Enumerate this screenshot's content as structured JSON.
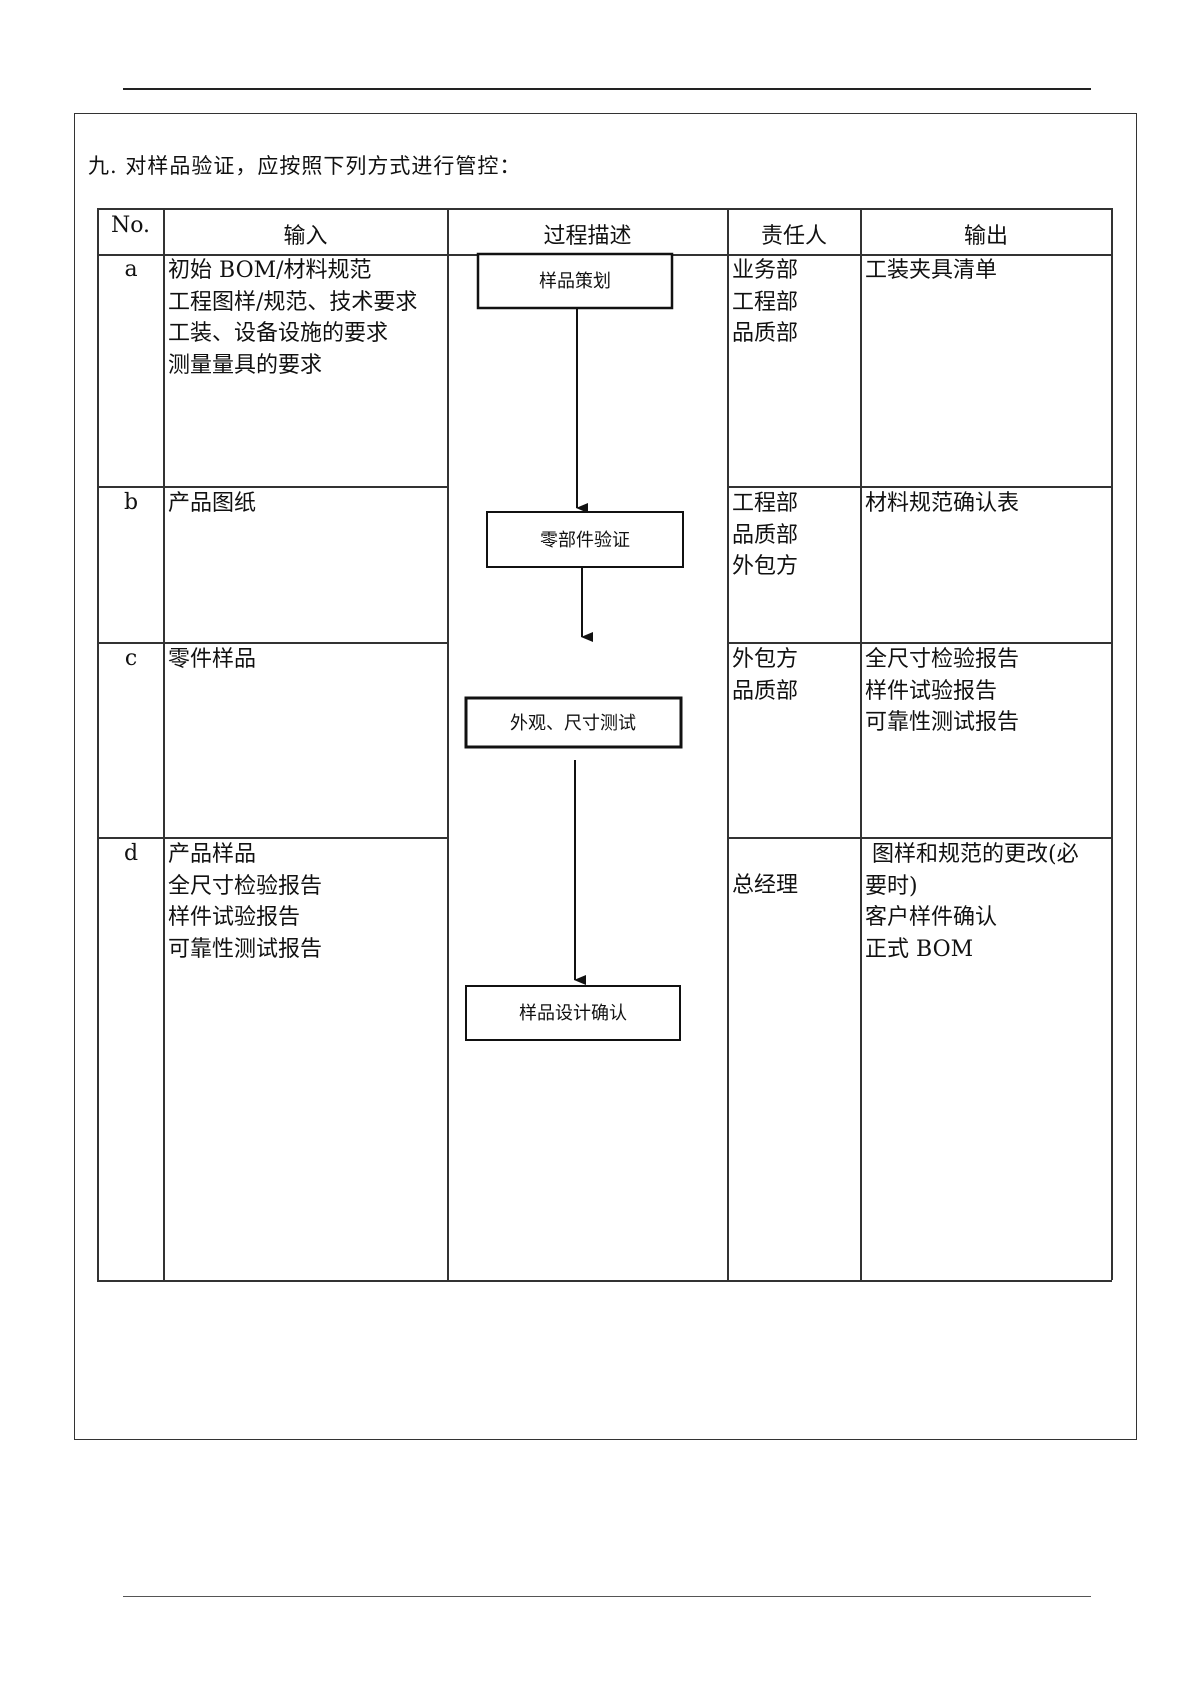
{
  "heading": "九. 对样品验证，应按照下列方式进行管控：",
  "table": {
    "headers": {
      "no": "No.",
      "input": "输入",
      "process": "过程描述",
      "owner": "责任人",
      "output": "输出"
    },
    "rows": [
      {
        "no": "a",
        "input": "初始 BOM/材料规范\n工程图样/规范、技术要求\n工装、设备设施的要求\n测量量具的要求",
        "owner": "业务部\n工程部\n品质部",
        "output": "工装夹具清单"
      },
      {
        "no": "b",
        "input": "产品图纸",
        "owner": "工程部\n品质部\n外包方",
        "output": "材料规范确认表"
      },
      {
        "no": "c",
        "input": "零件样品",
        "owner": "外包方\n品质部",
        "output": "全尺寸检验报告\n样件试验报告\n可靠性测试报告"
      },
      {
        "no": "d",
        "input": "产品样品\n全尺寸检验报告\n样件试验报告\n可靠性测试报告",
        "owner": "总经理",
        "output": " 图样和规范的更改(必\n要时)\n客户样件确认\n正式 BOM"
      }
    ]
  },
  "flowchart": {
    "steps": [
      "样品策划",
      "零部件验证",
      "外观、尺寸测试",
      "样品设计确认"
    ]
  }
}
